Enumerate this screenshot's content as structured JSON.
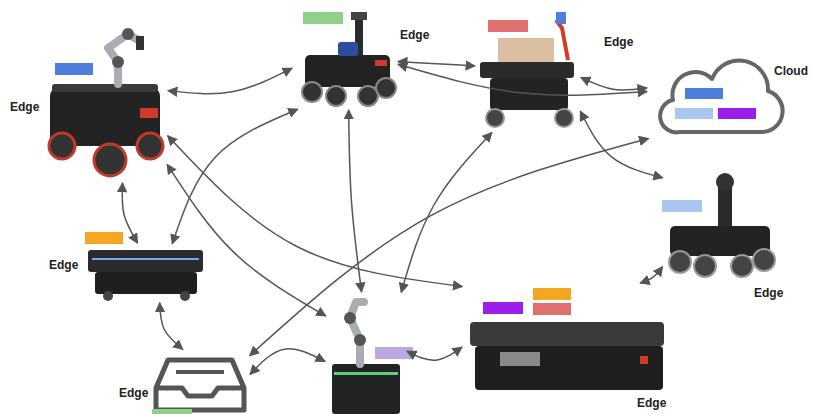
{
  "diagram": {
    "nodes": [
      {
        "text": [
          "Edge"
        ]
      },
      {
        "text": [
          "Edge"
        ]
      },
      {
        "text": [
          "Edge"
        ]
      },
      {
        "text": [
          "Cloud"
        ]
      },
      {
        "text": [
          "Edge"
        ]
      },
      {
        "text": [
          "Edge"
        ]
      },
      {
        "text": [
          "Edge"
        ]
      },
      {
        "text": []
      },
      {
        "text": [
          "Edge"
        ]
      }
    ],
    "edges": [
      {
        "from": 0,
        "to": 1,
        "arrow": "both"
      },
      {
        "from": 1,
        "to": 2,
        "arrow": "both"
      },
      {
        "from": 2,
        "to": 3,
        "arrow": "both"
      },
      {
        "from": 0,
        "to": 5,
        "arrow": "both"
      },
      {
        "from": 5,
        "to": 6,
        "arrow": "both"
      },
      {
        "from": 6,
        "to": 7,
        "arrow": "both"
      },
      {
        "from": 8,
        "to": 4,
        "arrow": "both"
      },
      {
        "from": 8,
        "to": 7,
        "arrow": "both"
      },
      {
        "from": 0,
        "to": 8,
        "arrow": "both"
      },
      {
        "from": 0,
        "to": 7,
        "arrow": "both"
      },
      {
        "from": 1,
        "to": 5,
        "arrow": "both"
      },
      {
        "from": 1,
        "to": 7,
        "arrow": "both"
      },
      {
        "from": 1,
        "to": 3,
        "arrow": "both"
      },
      {
        "from": 2,
        "to": 4,
        "arrow": "both"
      },
      {
        "from": 2,
        "to": 7,
        "arrow": "both"
      },
      {
        "from": 3,
        "to": 6,
        "arrow": "both"
      }
    ]
  }
}
